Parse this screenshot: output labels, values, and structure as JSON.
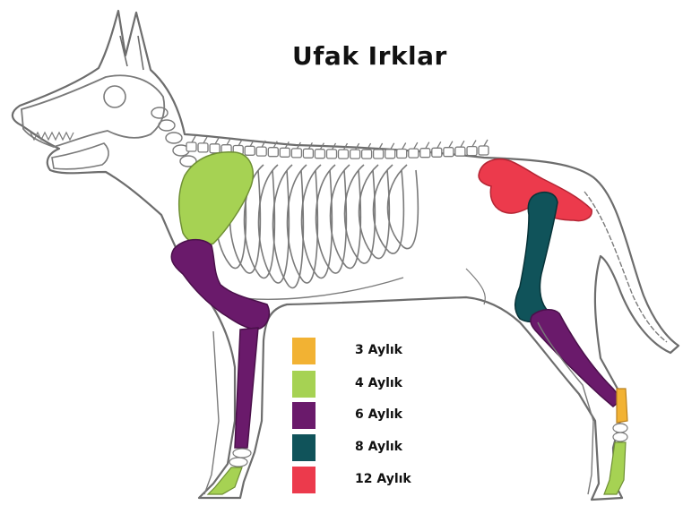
{
  "title": "Ufak Irklar",
  "colors": {
    "outline": "#6d6d6d",
    "bone_outline": "#7a7a7a",
    "months_3": "#f2b233",
    "months_4": "#a6d253",
    "months_6": "#6a1a6b",
    "months_8": "#10535a",
    "months_12": "#ec3a4c"
  },
  "legend": [
    {
      "label": "3 Aylık",
      "color": "#f2b233",
      "icon": "orange-swatch"
    },
    {
      "label": "4 Aylık",
      "color": "#a6d253",
      "icon": "light-green-swatch"
    },
    {
      "label": "6 Aylık",
      "color": "#6a1a6b",
      "icon": "purple-swatch"
    },
    {
      "label": "8 Aylık",
      "color": "#10535a",
      "icon": "dark-teal-swatch"
    },
    {
      "label": "12 Aylık",
      "color": "#ec3a4c",
      "icon": "red-swatch"
    }
  ]
}
